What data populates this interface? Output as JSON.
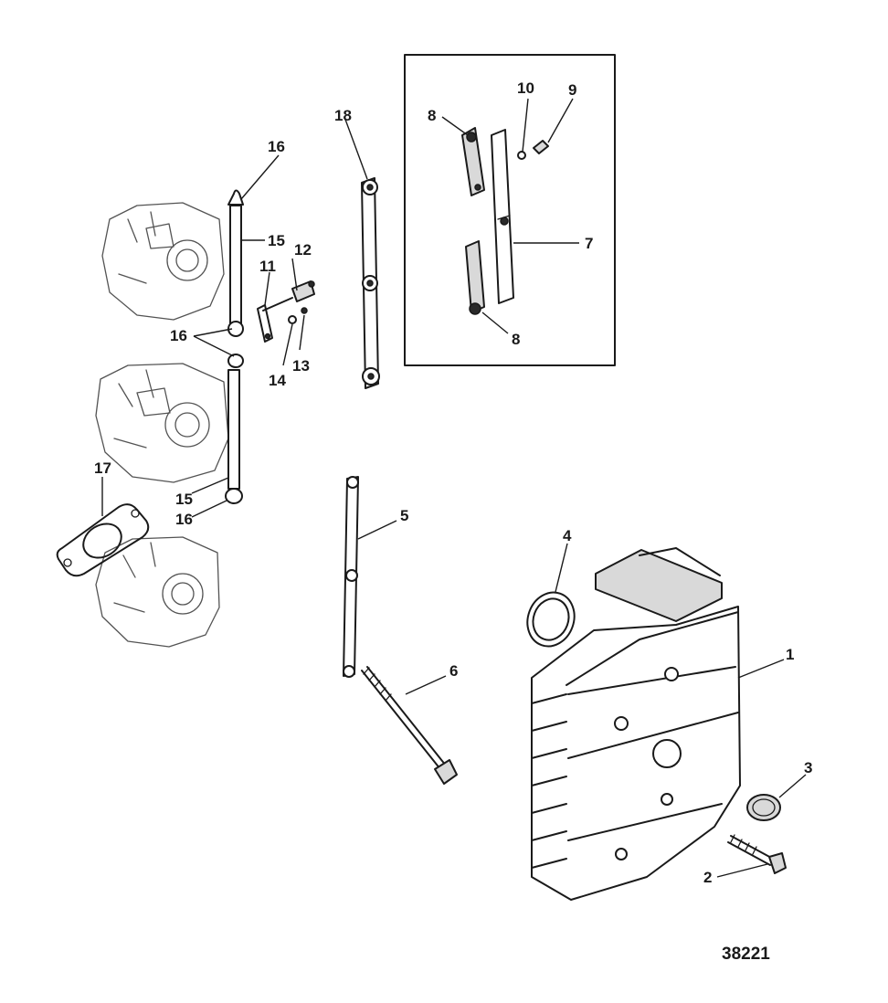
{
  "figure_number": "38221",
  "callouts": {
    "c1": "1",
    "c2": "2",
    "c3": "3",
    "c4": "4",
    "c5": "5",
    "c6": "6",
    "c7": "7",
    "c8a": "8",
    "c8b": "8",
    "c9": "9",
    "c10": "10",
    "c11": "11",
    "c12": "12",
    "c13": "13",
    "c14": "14",
    "c15a": "15",
    "c15b": "15",
    "c16a": "16",
    "c16b": "16",
    "c16c": "16",
    "c17": "17",
    "c18": "18"
  }
}
